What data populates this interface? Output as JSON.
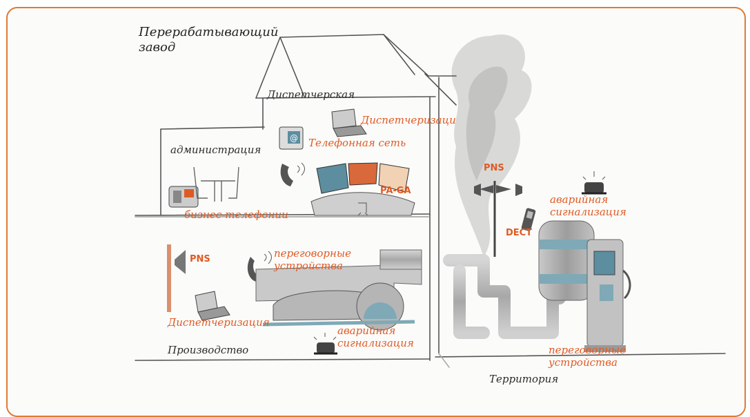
{
  "title_line1": "Перерабатывающий",
  "title_line2": "завод",
  "areas": {
    "control_room": "Диспетчерская",
    "administration": "администрация",
    "production": "Производство",
    "territory": "Территория"
  },
  "labels": {
    "dispatch_top": "Диспетчеризаци",
    "telephone_network": "Телефонная сеть",
    "paga": "PA-GA",
    "business_phones": "бизнес-телефонии",
    "pns_left": "PNS",
    "intercoms_mid": "переговорные устройства",
    "dispatch_bottom": "Диспетчеризация",
    "alarm_mid": "аварийная сигнализация",
    "pns_right": "PNS",
    "dect": "DECT",
    "alarm_right": "аварийная сигнализация",
    "intercoms_right": "переговорные устройства"
  },
  "icons": [
    "house-sketch-icon",
    "smoke-icon",
    "desk-phone-icon",
    "handset-icon",
    "laptop-icon",
    "monitor-wall-icon",
    "chair-icon",
    "table-icon",
    "horn-speaker-icon",
    "wall-speaker-icon",
    "beacon-light-icon",
    "dect-phone-icon",
    "tank-icon",
    "pipe-icon",
    "machine-icon",
    "pump-column-icon"
  ],
  "colors": {
    "border": "#e07a33",
    "accent_text": "#e05a24",
    "sketch_line": "#555555"
  }
}
